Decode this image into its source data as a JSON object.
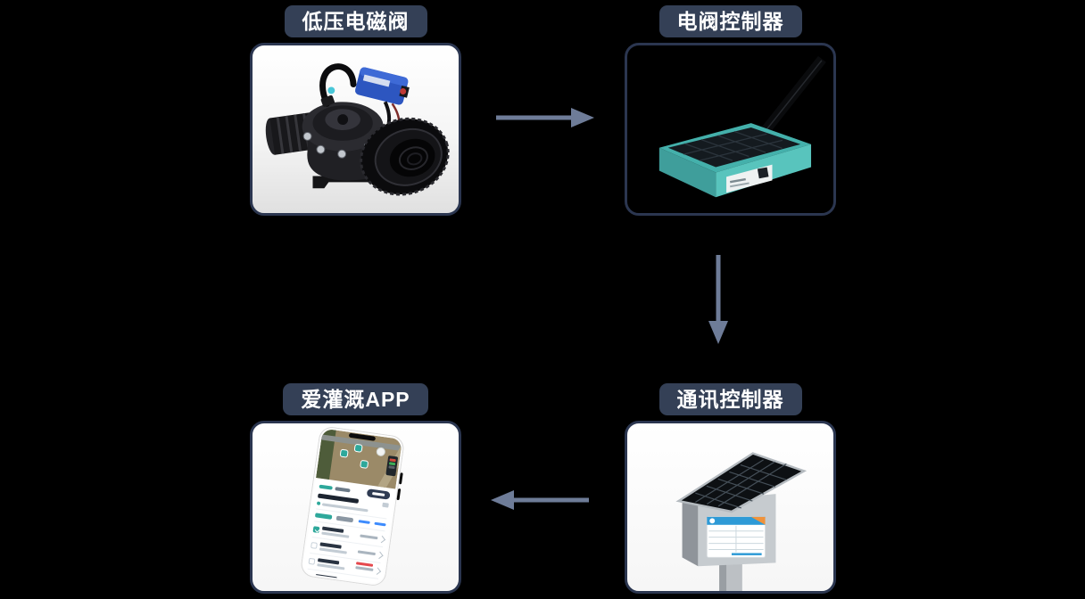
{
  "background": "#000000",
  "palette": {
    "label_box_bg": "#344056",
    "label_text": "#ffffff",
    "card_border": "#2b3650",
    "arrow": "#6e7c98",
    "device_teal": "#4fc0ba",
    "app_accent_teal": "#2ea89b",
    "app_alert_red": "#e5484d",
    "app_link_blue": "#3d8bfd"
  },
  "nodes": {
    "solenoid_valve": {
      "label": "低压电磁阀"
    },
    "valve_controller": {
      "label": "电阀控制器"
    },
    "comm_controller": {
      "label": "通讯控制器"
    },
    "app": {
      "label": "爱灌溉APP"
    }
  },
  "arrows": [
    {
      "from": "solenoid_valve",
      "to": "valve_controller",
      "direction": "right"
    },
    {
      "from": "valve_controller",
      "to": "comm_controller",
      "direction": "down"
    },
    {
      "from": "comm_controller",
      "to": "app",
      "direction": "left"
    }
  ],
  "phone_screen": {
    "sections": [
      "satellite-map",
      "status-bar",
      "title-row",
      "location-row",
      "tabs",
      "device-list"
    ],
    "map_markers": {
      "teal_markers": 3,
      "white_marker": 1,
      "legend_box": true
    },
    "device_rows": 4,
    "checked_row_index": 0,
    "alert_row_index": 2
  }
}
